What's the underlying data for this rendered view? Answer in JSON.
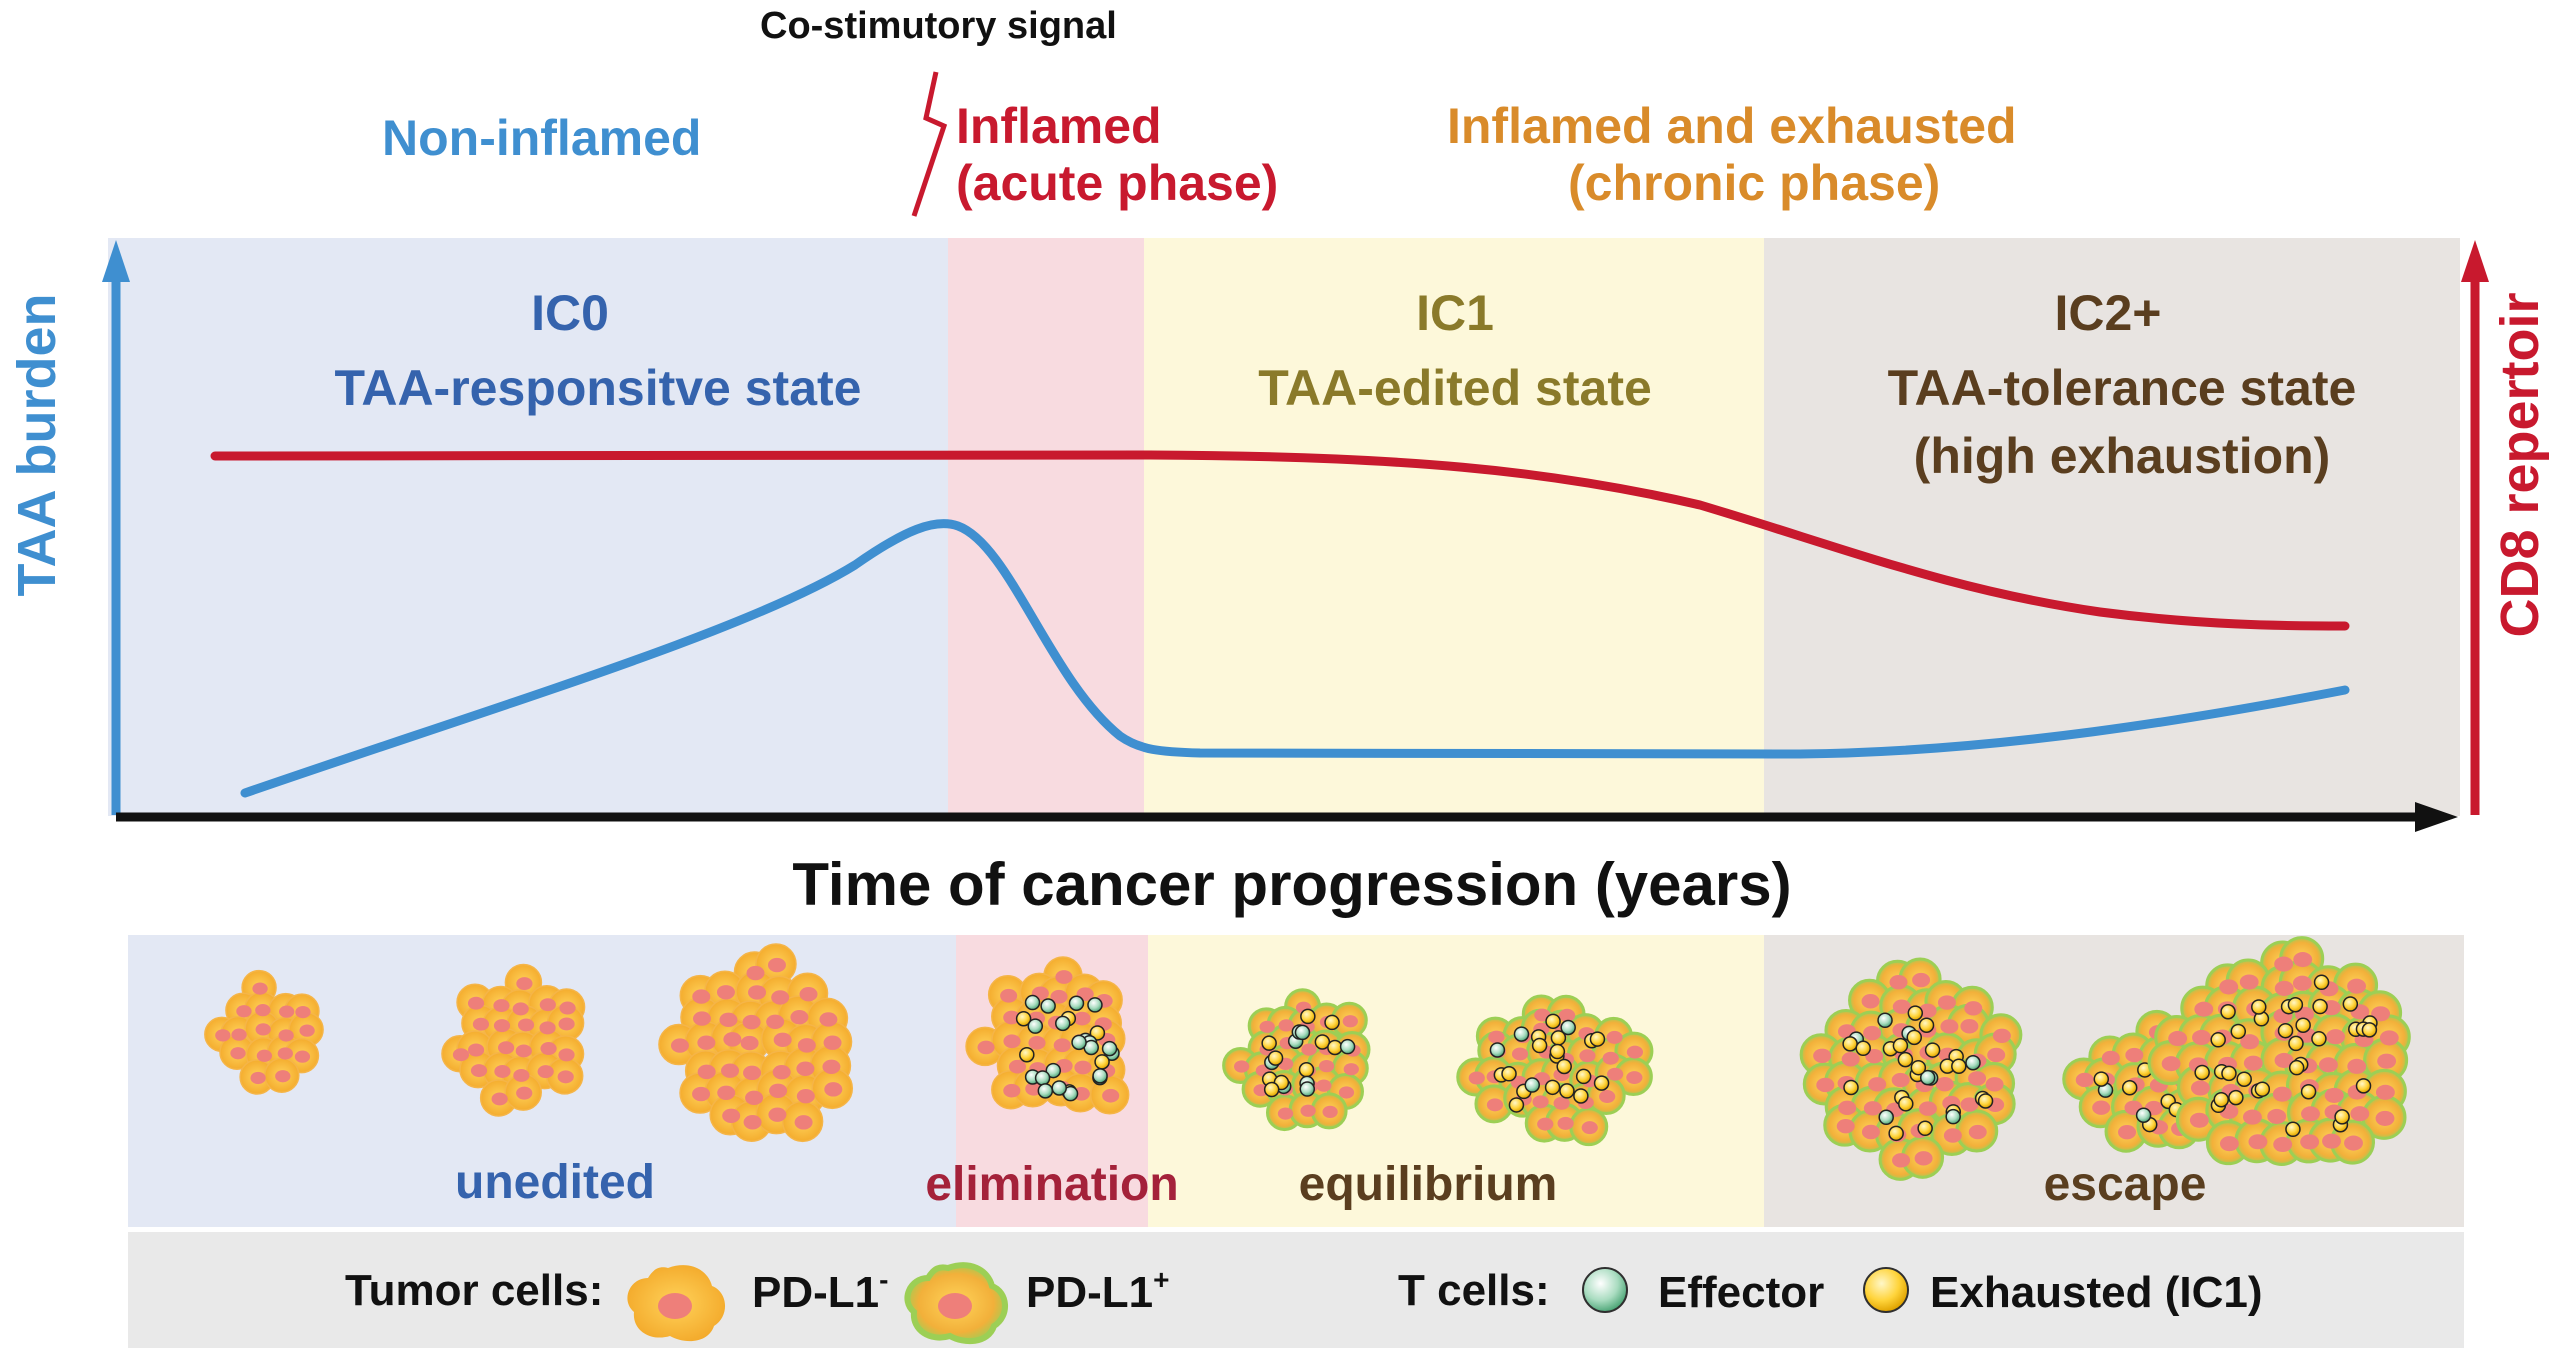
{
  "header": {
    "costim": "Co-stimutory signal",
    "noninflamed": "Non-inflamed",
    "inflamed_line1": "Inflamed",
    "inflamed_line2": "(acute phase)",
    "exhausted_line1": "Inflamed and exhausted",
    "exhausted_line2": "(chronic phase)"
  },
  "phases": [
    {
      "title": "IC0",
      "subtitle": "TAA-responsitve state",
      "subtitle2": ""
    },
    {
      "title": "",
      "subtitle": "",
      "subtitle2": ""
    },
    {
      "title": "IC1",
      "subtitle": "TAA-edited state",
      "subtitle2": ""
    },
    {
      "title": "IC2+",
      "subtitle": "TAA-tolerance state",
      "subtitle2": "(high exhaustion)"
    }
  ],
  "axes": {
    "left": "TAA burden",
    "right": "CD8 repertoir",
    "bottom": "Time of cancer progression (years)"
  },
  "stages": [
    "unedited",
    "elimination",
    "equilibrium",
    "escape"
  ],
  "legend": {
    "tumor_label": "Tumor cells:",
    "pdl1_neg": "PD-L1",
    "pdl1_neg_sup": "-",
    "pdl1_pos": "PD-L1",
    "pdl1_pos_sup": "+",
    "tcells_label": "T cells:",
    "effector": "Effector",
    "exhausted": "Exhausted (IC1)"
  },
  "colors": {
    "blue": "#3f8fd0",
    "red": "#c8192e",
    "orange": "#d98b2a",
    "ic0_bg": "#e3e8f4",
    "inflamed_bg": "#f8dbe0",
    "ic1_bg": "#fdf8da",
    "ic2_bg": "#e8e4e1",
    "ic0_text": "#3563ad",
    "ic1_text": "#8a7a2a",
    "ic2_text": "#5a3e1f"
  }
}
